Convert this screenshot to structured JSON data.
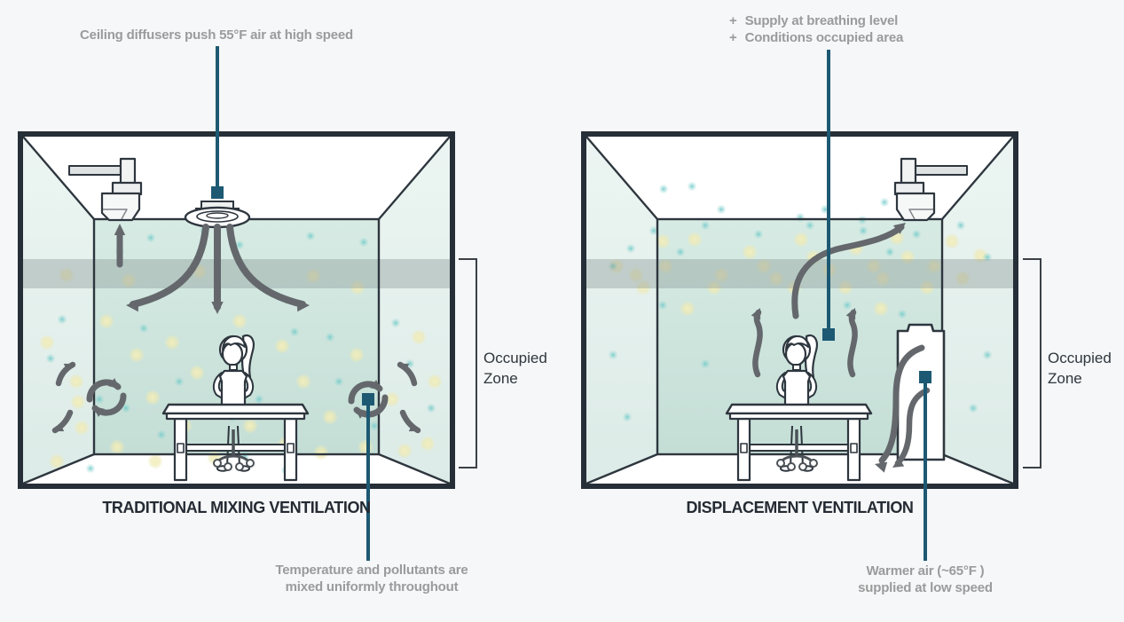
{
  "colors": {
    "background": "#f5f7f8",
    "accent_teal": "#1d5972",
    "arrow_gray": "#64686c",
    "frame_dark": "#262f38",
    "line_dark": "#2e363e",
    "wall_mint": "#cde4dd",
    "side_wall": "#e4f0ec",
    "band_gray": "#8d9a98",
    "annotation_text": "#9b9b9b",
    "title_text": "#252b33",
    "zone_text": "#2f363d",
    "dot_yellow": "#efeab4",
    "dot_teal": "#7fcfcc"
  },
  "left_panel": {
    "title": "TRADITIONAL MIXING VENTILATION",
    "top_annotation": "Ceiling diffusers push 55°F air at high speed",
    "bottom_annotation": {
      "lines": [
        "Temperature and pollutants are",
        "mixed uniformly throughout"
      ]
    },
    "occupied_zone_label": "Occupied Zone"
  },
  "right_panel": {
    "title": "DISPLACEMENT VENTILATION",
    "top_annotations": [
      {
        "bullet": "+",
        "label": "Supply at breathing level"
      },
      {
        "bullet": "+",
        "label": "Conditions occupied area"
      }
    ],
    "bottom_annotation": {
      "lines": [
        "Warmer air (~65°F )",
        "supplied at low speed"
      ]
    },
    "occupied_zone_label": "Occupied Zone"
  }
}
